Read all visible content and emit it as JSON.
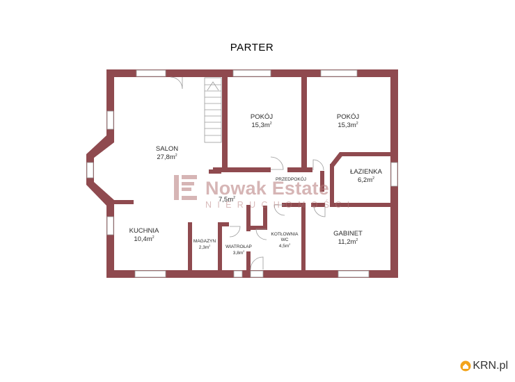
{
  "floor_title": "PARTER",
  "rooms": {
    "salon": {
      "name": "SALON",
      "area": "27,8m"
    },
    "pokoj_1": {
      "name": "POKÓJ",
      "area": "15,3m"
    },
    "pokoj_2": {
      "name": "POKÓJ",
      "area": "15,3m"
    },
    "lazienka": {
      "name": "ŁAZIENKA",
      "area": "6,2m"
    },
    "przedpokoj": {
      "name": "PRZEDPOKÓJ",
      "area": "7,5m"
    },
    "kuchnia": {
      "name": "KUCHNIA",
      "area": "10,4m"
    },
    "magazyn": {
      "name": "MAGAZYN",
      "area": "2,3m"
    },
    "wiatrolap": {
      "name": "WIATROŁAP",
      "area": "3,8m"
    },
    "kotlownia": {
      "name": "KOTŁOWNIA",
      "sub": "WC",
      "area": "4,5m"
    },
    "gabinet": {
      "name": "GABINET",
      "area": "11,2m"
    }
  },
  "watermark": {
    "name": "Nowak Estate",
    "subtitle": "NIERUCHOMOŚCI"
  },
  "site_logo": "KRN.pl",
  "colors": {
    "wall": "#8f4a4f",
    "window": "#ffffff",
    "line": "#9a9a9a"
  }
}
